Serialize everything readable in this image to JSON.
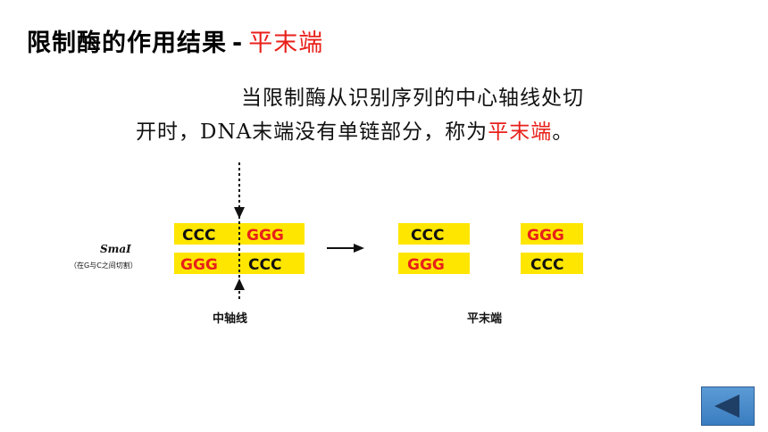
{
  "slide": {
    "title": "限制酶的作用结果",
    "separator": "-",
    "title_highlight": "平末端",
    "line1": "当限制酶从识别序列的中心轴线处切",
    "line2_prefix": "开时，DNA末端没有单链部分，称为",
    "line2_highlight": "平末端",
    "line2_suffix": "。"
  },
  "diagram": {
    "enzyme_name": "SmaI",
    "enzyme_note": "（在G与C之间切割）",
    "left_top_1": "CCC",
    "left_top_2": "GGG",
    "left_bottom_1": "GGG",
    "left_bottom_2": "CCC",
    "right_top_1": "CCC",
    "right_top_2": "GGG",
    "right_bottom_1": "GGG",
    "right_bottom_2": "CCC",
    "axis_label": "中轴线",
    "result_label": "平末端"
  },
  "colors": {
    "highlight_red": "#e8201a",
    "sequence_bg": "#ffe600",
    "button_blue": "#4a8ccb"
  },
  "nav": {
    "back_icon": "triangle-left-icon"
  }
}
